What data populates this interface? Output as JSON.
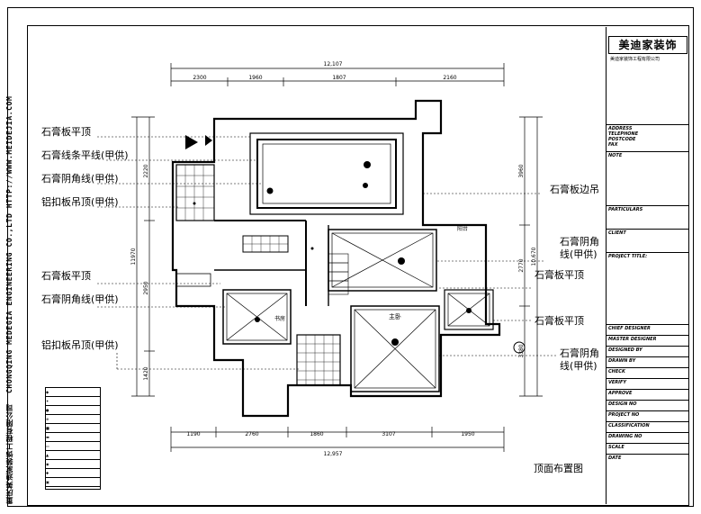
{
  "vertical_title": "CHONGQING MEDEGIA ENGINEERING CO.,LTD HTTP://WWW.MEIDEJIA.COM",
  "vertical_title_cn": "重庆美迪家装饰工程有限公司",
  "left_labels": [
    "石膏板平顶",
    "石膏线条平线(甲供)",
    "石膏阴角线(甲供)",
    "铝扣板吊顶(甲供)",
    "石膏板平顶",
    "石膏阴角线(甲供)",
    "铝扣板吊顶(甲供)"
  ],
  "right_labels": {
    "r1": "石膏板边吊",
    "r2a": "石膏阴角",
    "r2b": "线(甲供)",
    "r3": "石膏板平顶",
    "r4": "石膏板平顶",
    "r5a": "石膏阴角",
    "r5b": "线(甲供)"
  },
  "dims_top": {
    "total": "12,107",
    "d1": "2300",
    "d2": "1960",
    "d3": "1807",
    "d4": "2160"
  },
  "dims_bottom": {
    "total": "12,957",
    "d1": "1190",
    "d2": "2760",
    "d3": "1860",
    "d4": "3107",
    "d5": "1950"
  },
  "dims_left": {
    "total": "11970",
    "d1": "2220",
    "d2": "2950",
    "d3": "1420"
  },
  "dims_right": {
    "total": "10,670",
    "d1": "3960",
    "d2": "2770",
    "d3": "3380"
  },
  "room_labels": {
    "master": "主卧",
    "balcony": "阳台",
    "study": "书房"
  },
  "title_block": {
    "logo": "美迪家装饰",
    "company": "美迪家装饰工程有限公司",
    "address": "ADDRESS",
    "telephone": "TELEPHONE",
    "postcode": "POSTCODE",
    "fax": "FAX",
    "note": "NOTE",
    "particulars": "PARTICULARS",
    "client": "CLIENT",
    "project_title": "PROJECT TITLE:",
    "chief_designer": "CHIEF DESIGNER",
    "master_designer": "MASTER DESIGNER",
    "designed_by": "DESIGNED BY",
    "drawn_by": "DRAWN BY",
    "check": "CHECK",
    "verify": "VERIFY",
    "approve": "APPROVE",
    "design_no": "DESIGN NO",
    "project_no": "PROJECT NO",
    "classification": "CLASSIFICATION",
    "drawing_no": "DRAWING NO",
    "scale": "SCALE",
    "date": "DATE"
  },
  "caption": "顶面布置图"
}
